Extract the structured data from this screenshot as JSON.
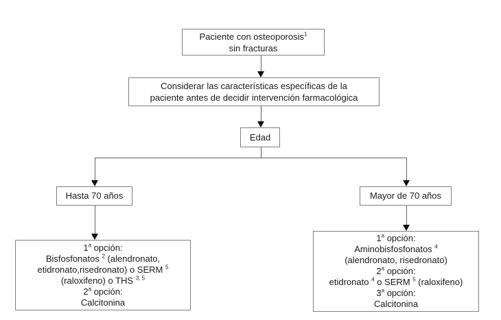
{
  "diagram_type": "flowchart",
  "nodes": {
    "patient": {
      "lines": [
        "Paciente con osteoporosis^{1}",
        "sin fracturas"
      ]
    },
    "consider": {
      "lines": [
        "Considerar las características específicas de la",
        "paciente antes de decidir intervención farmacológica"
      ]
    },
    "age": {
      "label": "Edad"
    },
    "up_to_70": {
      "label": "Hasta 70 años"
    },
    "over_70": {
      "label": "Mayor de 70 años"
    },
    "up_to_70_options": {
      "lines": [
        "1^{a} opción:",
        "Bisfosfonatos ^{2} (alendronato,",
        "etidronato,risedronato) o SERM ^{5}",
        "(raloxifeno) o THS ^{3, 5}",
        "2^{a} opción:",
        "Calcitonina"
      ]
    },
    "over_70_options": {
      "lines": [
        "1^{a} opción:",
        "Aminobisfosfonatos ^{4}",
        "(alendronato, risedronato)",
        "2^{a} opción:",
        "etidronato ^{4} o SERM ^{5} (raloxifeno)",
        "3^{a} opción:",
        "Calcitonina"
      ]
    }
  },
  "colors": {
    "background": "#ffffff",
    "box_border": "#7f7f7f",
    "connector_line": "#606060",
    "arrowhead": "#111111",
    "text": "#1a1a1a"
  }
}
